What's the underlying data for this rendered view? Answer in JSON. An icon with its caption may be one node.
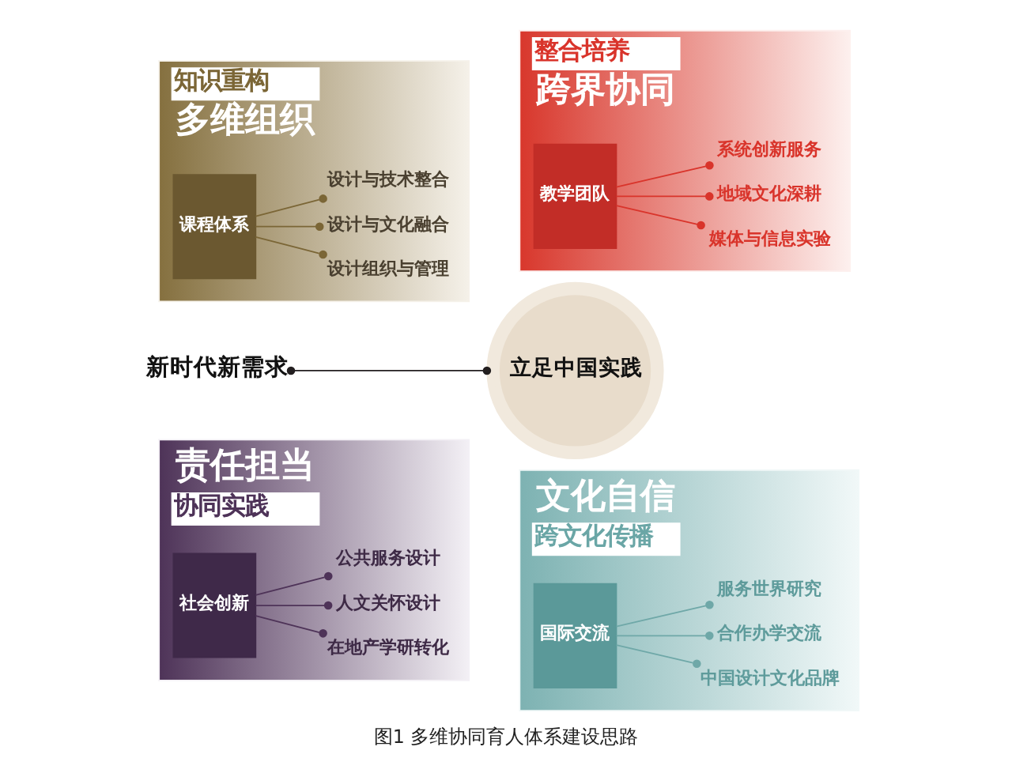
{
  "diagram": {
    "caption": "图1 多维协同育人体系建设思路",
    "nodes": [
      {
        "text": [
          "新时代新需求"
        ]
      },
      {
        "text": [
          "整合培养",
          "跨界协同"
        ]
      },
      {
        "text": [
          "教学团队"
        ],
        "in": 1
      },
      {
        "text": [
          "系统创新服务"
        ],
        "in": 1
      },
      {
        "text": [
          "地域文化深耕"
        ],
        "in": 1
      },
      {
        "text": [
          "媒体与信息实验"
        ],
        "in": 1
      },
      {
        "text": [
          "知识重构",
          "多维组织"
        ]
      },
      {
        "text": [
          "设计与技术整合"
        ],
        "in": 6
      },
      {
        "text": [
          "设计与文化融合"
        ],
        "in": 6
      },
      {
        "text": [
          "设计组织与管理"
        ],
        "in": 6
      },
      {
        "text": [
          "课程体系"
        ],
        "in": 6
      },
      {
        "text": [
          "立足中国实践"
        ]
      },
      {
        "text": [
          "文化自信",
          "跨文化传播"
        ]
      },
      {
        "text": [
          "国际交流"
        ],
        "in": 12
      },
      {
        "text": [
          "服务世界研究"
        ],
        "in": 12
      },
      {
        "text": [
          "合作办学交流"
        ],
        "in": 12
      },
      {
        "text": [
          "中国设计文化品牌"
        ],
        "in": 12
      },
      {
        "text": [
          "责任担当",
          "协同实践"
        ]
      },
      {
        "text": [
          "公共服务设计"
        ],
        "in": 17
      },
      {
        "text": [
          "人文关怀设计"
        ],
        "in": 17
      },
      {
        "text": [
          "在地产学研转化"
        ],
        "in": 17
      },
      {
        "text": [
          "社会创新"
        ],
        "in": 17
      }
    ],
    "edges": [
      {
        "from": 0,
        "to": 11,
        "arrow": "other",
        "color": "#231f20"
      },
      {
        "from": 2,
        "to": 3,
        "arrow": "other",
        "color": "#d9342b"
      },
      {
        "from": 2,
        "to": 4,
        "arrow": "other",
        "color": "#d9342b"
      },
      {
        "from": 2,
        "to": 5,
        "arrow": "other",
        "color": "#d9342b"
      },
      {
        "from": 10,
        "to": 7,
        "arrow": "other",
        "color": "#7b6636"
      },
      {
        "from": 10,
        "to": 8,
        "arrow": "other",
        "color": "#7b6636"
      },
      {
        "from": 10,
        "to": 9,
        "arrow": "other",
        "color": "#7b6636"
      },
      {
        "from": 13,
        "to": 14,
        "arrow": "other",
        "color": "#6fa8a8"
      },
      {
        "from": 13,
        "to": 15,
        "arrow": "other",
        "color": "#6fa8a8"
      },
      {
        "from": 13,
        "to": 16,
        "arrow": "other",
        "color": "#6fa8a8"
      },
      {
        "from": 21,
        "to": 18,
        "arrow": "other",
        "color": "#4e3358"
      },
      {
        "from": 21,
        "to": 19,
        "arrow": "other",
        "color": "#4e3358"
      },
      {
        "from": 21,
        "to": 20,
        "arrow": "other",
        "color": "#4e3358"
      }
    ]
  }
}
